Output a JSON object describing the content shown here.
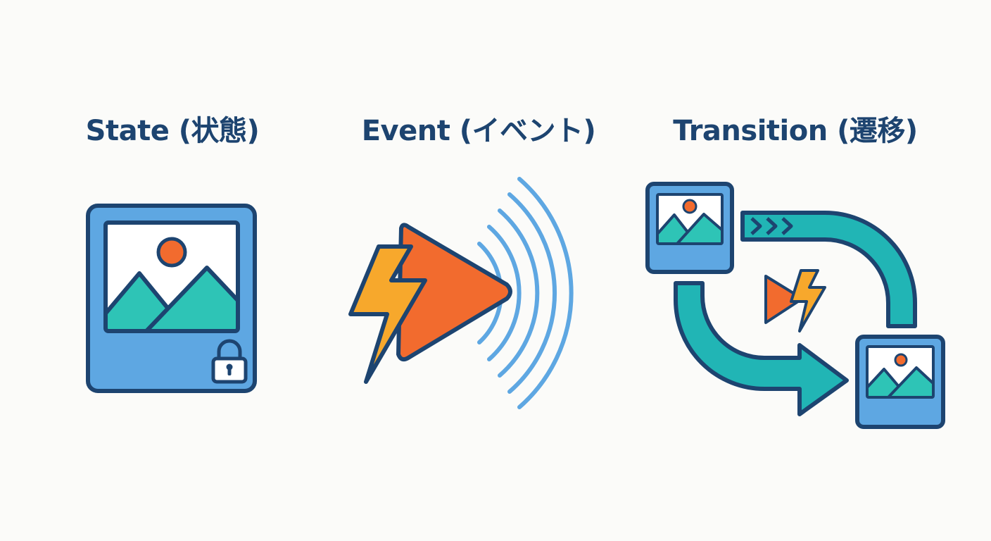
{
  "panels": {
    "state": {
      "label": "State (状態)"
    },
    "event": {
      "label": "Event (イベント)"
    },
    "transition": {
      "label": "Transition (遷移)"
    }
  },
  "colors": {
    "outline": "#1d4470",
    "frame_blue": "#5ea7e2",
    "mountain_teal": "#2ec4b6",
    "sun_orange": "#f26b2e",
    "bolt_yellow": "#f7a82c",
    "arrow_teal": "#21b5b5",
    "wave_blue": "#5ea7e2",
    "background": "#fbfbf9"
  },
  "icons": {
    "state": [
      "image-frame-icon",
      "lock-icon"
    ],
    "event": [
      "lightning-bolt-icon",
      "play-triangle-icon",
      "signal-waves-icon"
    ],
    "transition": [
      "image-frame-icon",
      "curved-arrow-icon",
      "lightning-bolt-icon"
    ]
  }
}
